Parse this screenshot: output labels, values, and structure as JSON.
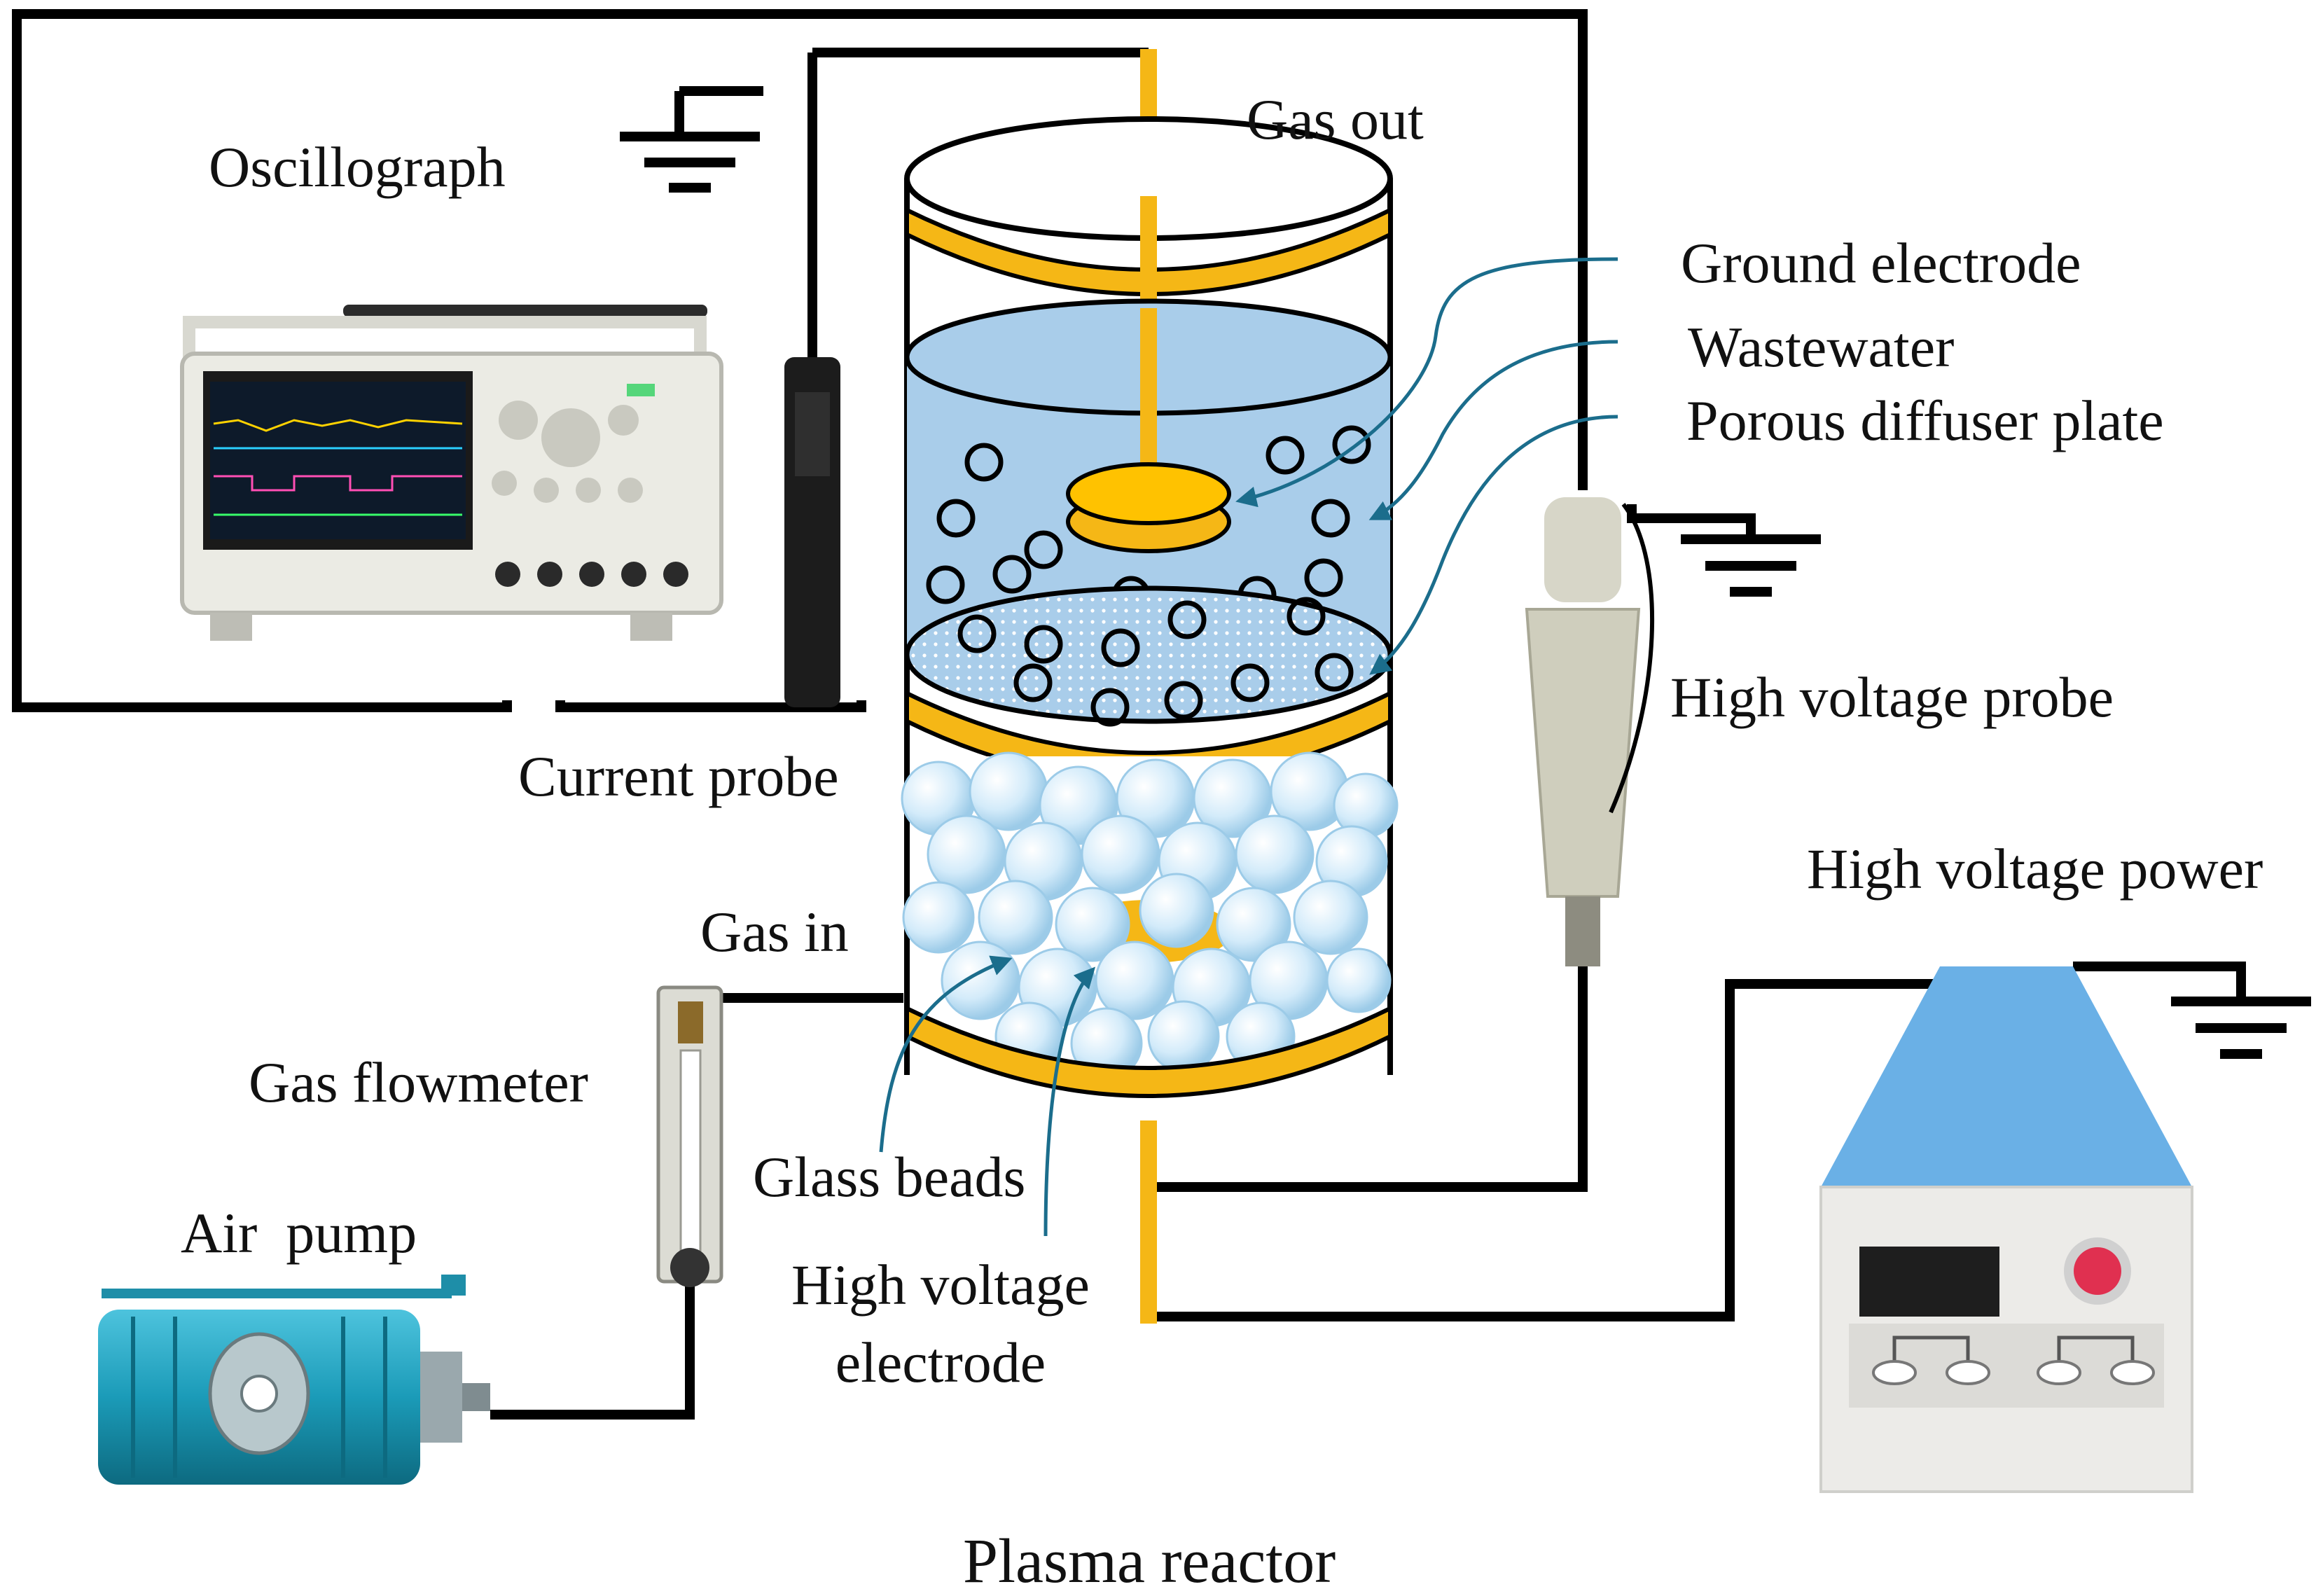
{
  "caption": "Plasma reactor",
  "labels": {
    "oscillograph": "Oscillograph",
    "gas_out": "Gas out",
    "ground_electrode": "Ground electrode",
    "wastewater": "Wastewater",
    "porous_diffuser_plate": "Porous diffuser plate",
    "high_voltage_probe": "High voltage probe",
    "current_probe": "Current probe",
    "high_voltage_power": "High voltage power",
    "gas_in": "Gas in",
    "gas_flowmeter": "Gas flowmeter",
    "glass_beads": "Glass beads",
    "high_voltage_electrode": "High voltage\nelectrode",
    "air_pump": "Air  pump"
  },
  "colors": {
    "wire": "#000000",
    "electrode": "#f5b716",
    "wastewater": "#a9cdea",
    "glass_beads": "#cfe8f7",
    "annotation_arrow": "#1b6d8c",
    "power_supply_top": "#6ab0e6",
    "air_pump": "#1e8ea8"
  },
  "icons": [
    "ground-symbol-icon",
    "oscilloscope-icon",
    "current-probe-icon",
    "voltage-probe-icon",
    "flowmeter-icon",
    "air-pump-icon",
    "power-supply-icon"
  ]
}
